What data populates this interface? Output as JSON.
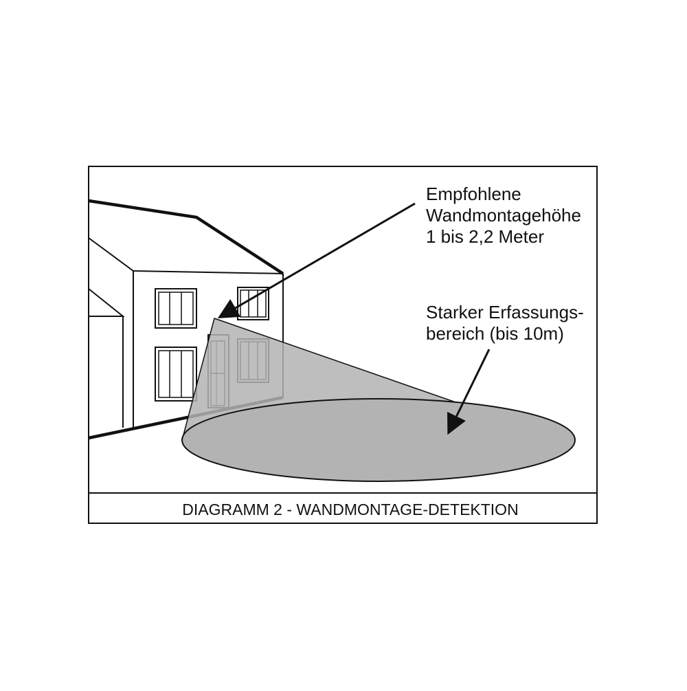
{
  "diagram": {
    "label_mounting": {
      "lines": [
        "Empfohlene",
        "Wandmontagehöhe",
        "1 bis 2,2 Meter"
      ]
    },
    "label_detection": {
      "lines": [
        "Starker Erfassungs-",
        "bereich (bis 10m)"
      ]
    },
    "caption": "DIAGRAMM 2 - WANDMONTAGE-DETEKTION"
  },
  "colors": {
    "line": "#111111",
    "detection_zone": "#b3b3b3",
    "background": "#ffffff"
  }
}
